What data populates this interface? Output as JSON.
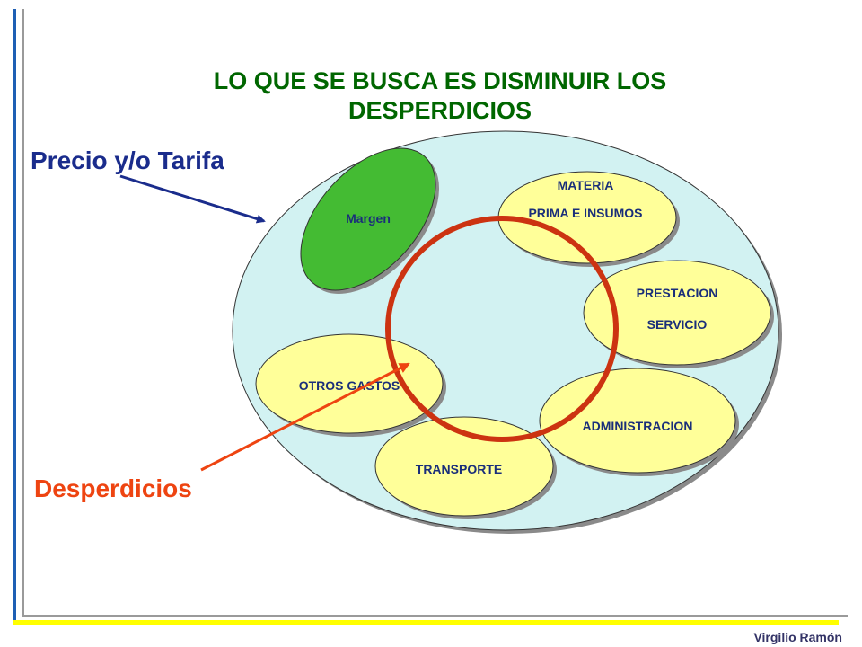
{
  "title": {
    "line1": "LO QUE SE BUSCA ES DISMINUIR LOS",
    "line2": "DESPERDICIOS"
  },
  "labels": {
    "precio": "Precio y/o Tarifa",
    "desperdicios": "Desperdicios"
  },
  "ovals": {
    "margen": "Margen",
    "materia_line1": "MATERIA",
    "materia_line2": "PRIMA E INSUMOS",
    "prestacion_line1": "PRESTACION",
    "prestacion_line2": "SERVICIO",
    "otros_gastos": "OTROS GASTOS",
    "administracion": "ADMINISTRACION",
    "transporte": "TRANSPORTE"
  },
  "footer": {
    "author": "Virgilio Ramón"
  },
  "colors": {
    "title": "#006600",
    "precio_arrow": "#1a2c8c",
    "desperdicios_arrow": "#ee4411",
    "waste_circle": "#cc3311",
    "big_oval_fill": "#d2f2f2",
    "margen_fill": "#44bb33",
    "cost_oval_fill": "#ffff99"
  }
}
